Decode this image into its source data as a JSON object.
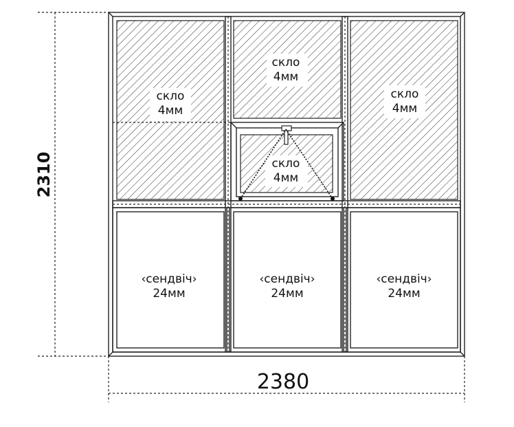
{
  "dimensions": {
    "height": "2310",
    "width": "2380"
  },
  "panels": {
    "top_left": {
      "line1": "скло",
      "line2": "4мм"
    },
    "top_center": {
      "line1": "скло",
      "line2": "4мм"
    },
    "top_right": {
      "line1": "скло",
      "line2": "4мм"
    },
    "vent": {
      "line1": "скло",
      "line2": "4мм"
    },
    "bottom_left": {
      "line1": "‹сендвіч›",
      "line2": "24мм"
    },
    "bottom_center": {
      "line1": "‹сендвіч›",
      "line2": "24мм"
    },
    "bottom_right": {
      "line1": "‹сендвіч›",
      "line2": "24мм"
    }
  },
  "colors": {
    "line": "#222222",
    "background": "#ffffff",
    "glass_hatch": "#333333"
  }
}
